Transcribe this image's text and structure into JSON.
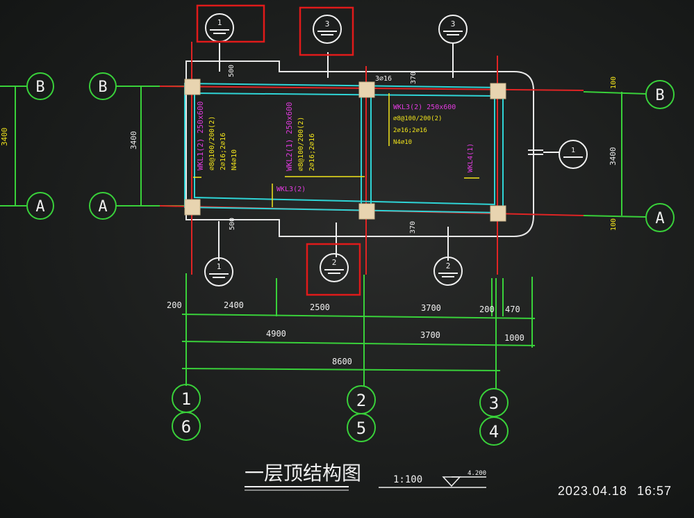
{
  "drawing": {
    "title": "一层顶结构图",
    "scale": "1:100",
    "elevation": "4.200"
  },
  "grid_letters": {
    "a": "A",
    "b": "B"
  },
  "grid_numbers": {
    "n1": "1",
    "n2": "2",
    "n3": "3",
    "n4": "4",
    "n5": "5",
    "n6": "6"
  },
  "section_marks": {
    "s1": "1",
    "s2": "2",
    "s3": "3"
  },
  "dims": {
    "d3400": "3400",
    "d500": "500",
    "d370": "370",
    "d100": "100",
    "d200": "200",
    "d2400": "2400",
    "d2500": "2500",
    "d3700": "3700",
    "d470": "470",
    "d4900": "4900",
    "d1000": "1000",
    "d8600": "8600"
  },
  "beams": {
    "top_bar": "3⌀16",
    "wkl1": "WKL1(2) 250x600",
    "wkl1_stirrup": "⌀8@100/200(2)",
    "wkl1_bars": "2⌀16;2⌀16",
    "wkl1_side": "N4⌀10",
    "wkl2": "WKL2(1) 250x600",
    "wkl2_stirrup": "⌀8@100/200(2)",
    "wkl2_bars": "2⌀16;2⌀16",
    "wkl3": "WKL3(2) 250x600",
    "wkl3_stirrup": "⌀8@100/200(2)",
    "wkl3_bars": "2⌀16;2⌀16",
    "wkl3_side": "N4⌀10",
    "wkl3_short": "WKL3(2)",
    "wkl4": "WKL4(1)"
  },
  "timestamp": {
    "date": "2023.04.18",
    "time": "16:57"
  },
  "colors": {
    "grid": "#39d13a",
    "cyan": "#2fd4d6",
    "red": "#e02424",
    "yellow": "#f2e51c",
    "magenta": "#e23be0",
    "white": "#f0f0f0",
    "highlight": "#e01a1a"
  }
}
